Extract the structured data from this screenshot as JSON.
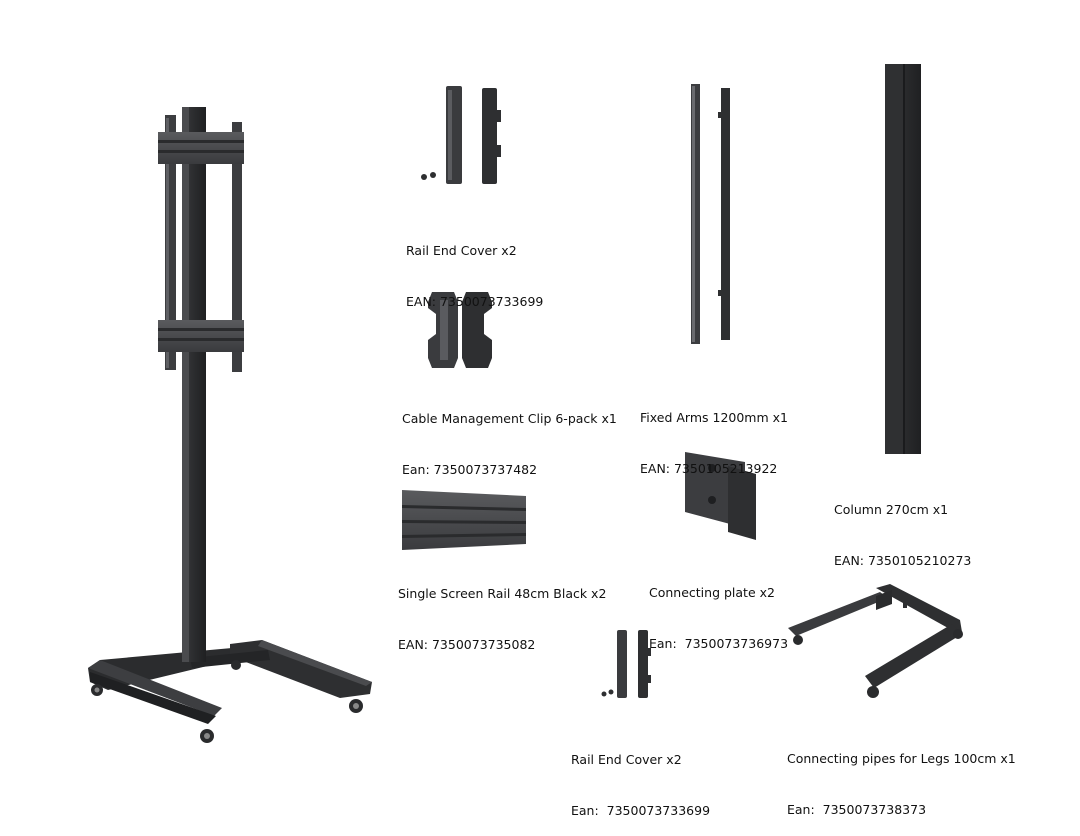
{
  "colors": {
    "metal_dark": "#2e2f31",
    "metal_mid": "#4a4b4e",
    "metal_light": "#6d6e72",
    "background": "#ffffff"
  },
  "parts": [
    {
      "id": "rail-end-cover-top",
      "name": "Rail End Cover x2",
      "code": "EAN: 7350073733699"
    },
    {
      "id": "cable-management-clip",
      "name": "Cable Management Clip 6-pack x1",
      "code": "Ean: 7350073737482"
    },
    {
      "id": "fixed-arms",
      "name": "Fixed Arms 1200mm x1",
      "code": "EAN: 7350105213922"
    },
    {
      "id": "column",
      "name": "Column 270cm x1",
      "code": "EAN: 7350105210273"
    },
    {
      "id": "single-screen-rail",
      "name": "Single Screen Rail 48cm Black x2",
      "code": "EAN: 7350073735082"
    },
    {
      "id": "connecting-plate",
      "name": "Connecting plate x2",
      "code": "Ean:  7350073736973"
    },
    {
      "id": "rail-end-cover-bottom",
      "name": "Rail End Cover x2",
      "code": "Ean:  7350073733699"
    },
    {
      "id": "connecting-pipes-legs",
      "name": "Connecting pipes for Legs 100cm x1",
      "code": "Ean:  7350073738373"
    }
  ]
}
